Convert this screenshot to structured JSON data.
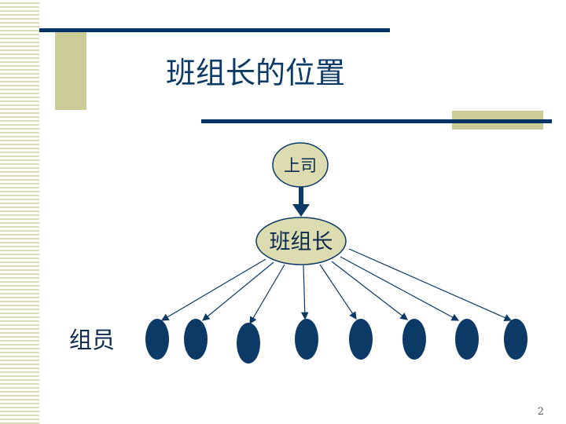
{
  "slide": {
    "title": "班组长的位置",
    "page_number": "2"
  },
  "diagram": {
    "top_node": "上司",
    "middle_node": "班组长",
    "members_label": "组员",
    "member_count": 8
  },
  "colors": {
    "navy": "#003366",
    "olive": "#cccc99",
    "node_fill": "#dcdcb0"
  }
}
